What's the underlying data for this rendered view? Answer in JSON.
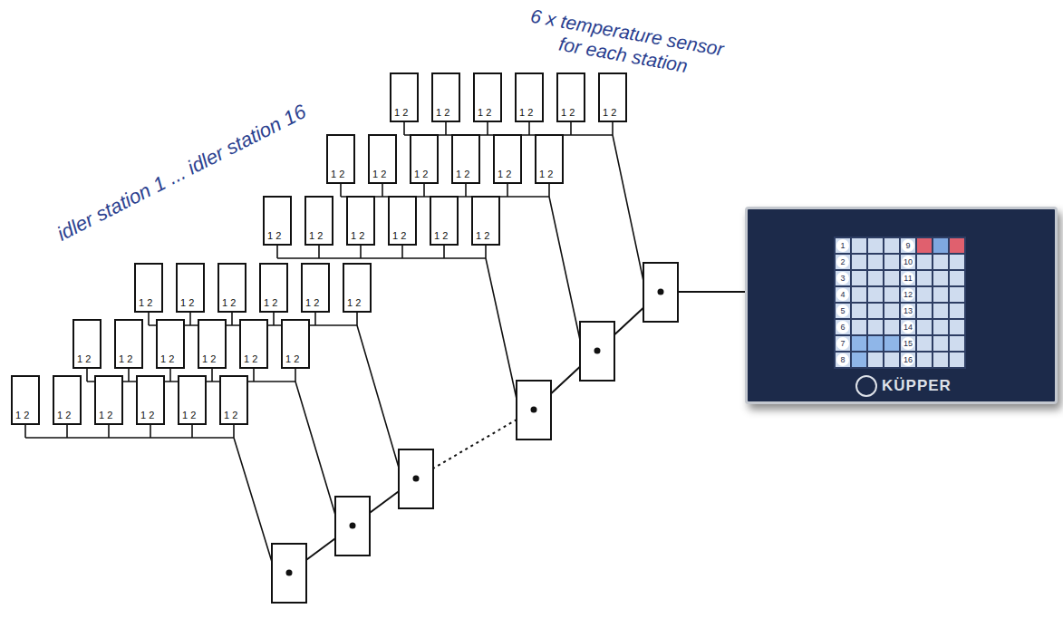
{
  "diagram": {
    "nodes": [
      {
        "text": [
          "1 2"
        ]
      },
      {
        "text": [
          "1 2"
        ]
      },
      {
        "text": [
          "1 2"
        ]
      },
      {
        "text": [
          "1 2"
        ]
      },
      {
        "text": [
          "1 2"
        ]
      },
      {
        "text": [
          "1 2"
        ]
      },
      {
        "text": [
          "1 2"
        ]
      },
      {
        "text": [
          "1 2"
        ]
      },
      {
        "text": [
          "1 2"
        ]
      },
      {
        "text": [
          "1 2"
        ]
      },
      {
        "text": [
          "1 2"
        ]
      },
      {
        "text": [
          "1 2"
        ]
      },
      {
        "text": [
          "1 2"
        ]
      },
      {
        "text": [
          "1 2"
        ]
      },
      {
        "text": [
          "1 2"
        ]
      },
      {
        "text": [
          "1 2"
        ]
      },
      {
        "text": [
          "1 2"
        ]
      },
      {
        "text": [
          "1 2"
        ]
      },
      {
        "text": [
          "1 2"
        ]
      },
      {
        "text": [
          "1 2"
        ]
      },
      {
        "text": [
          "1 2"
        ]
      },
      {
        "text": [
          "1 2"
        ]
      },
      {
        "text": [
          "1 2"
        ]
      },
      {
        "text": [
          "1 2"
        ]
      },
      {
        "text": [
          "1 2"
        ]
      },
      {
        "text": [
          "1 2"
        ]
      },
      {
        "text": [
          "1 2"
        ]
      },
      {
        "text": [
          "1 2"
        ]
      },
      {
        "text": [
          "1 2"
        ]
      },
      {
        "text": [
          "1 2"
        ]
      },
      {
        "text": [
          "1 2"
        ]
      },
      {
        "text": [
          "1 2"
        ]
      },
      {
        "text": [
          "1 2"
        ]
      },
      {
        "text": [
          "1 2"
        ]
      },
      {
        "text": [
          "1 2"
        ]
      },
      {
        "text": [
          "1 2"
        ]
      },
      {
        "text": [
          "KÜPPER"
        ]
      }
    ],
    "labels": [
      "idler station 1 ... idler station 16",
      "6 x temperature sensor for each station",
      "1",
      "2",
      "3",
      "4",
      "5",
      "6",
      "7",
      "8",
      "9",
      "10",
      "11",
      "12",
      "13",
      "14",
      "15",
      "16"
    ]
  }
}
